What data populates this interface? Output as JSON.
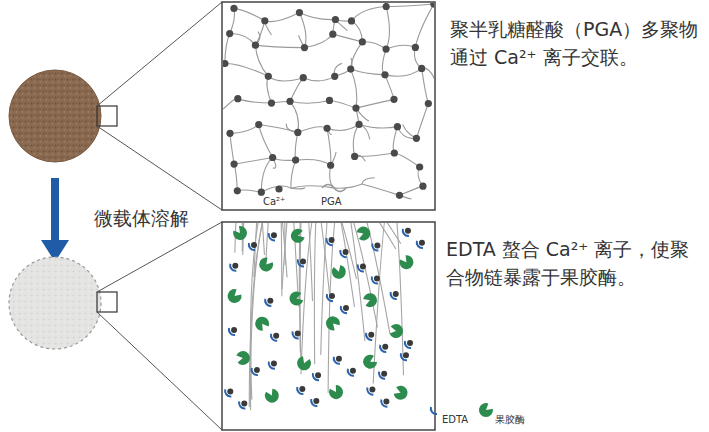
{
  "diagram": {
    "labels": [
      "聚半乳糖醛酸（PGA）多聚物通过 Ca²⁺ 离子交联。",
      "微载体溶解",
      "EDTA 螯合 Ca²⁺ 离子，使聚合物链暴露于果胶酶。"
    ],
    "legend": [
      {
        "text": "Ca²⁺"
      },
      {
        "text": "PGA"
      },
      {
        "text": "EDTA"
      },
      {
        "text": "果胶酶"
      }
    ]
  }
}
